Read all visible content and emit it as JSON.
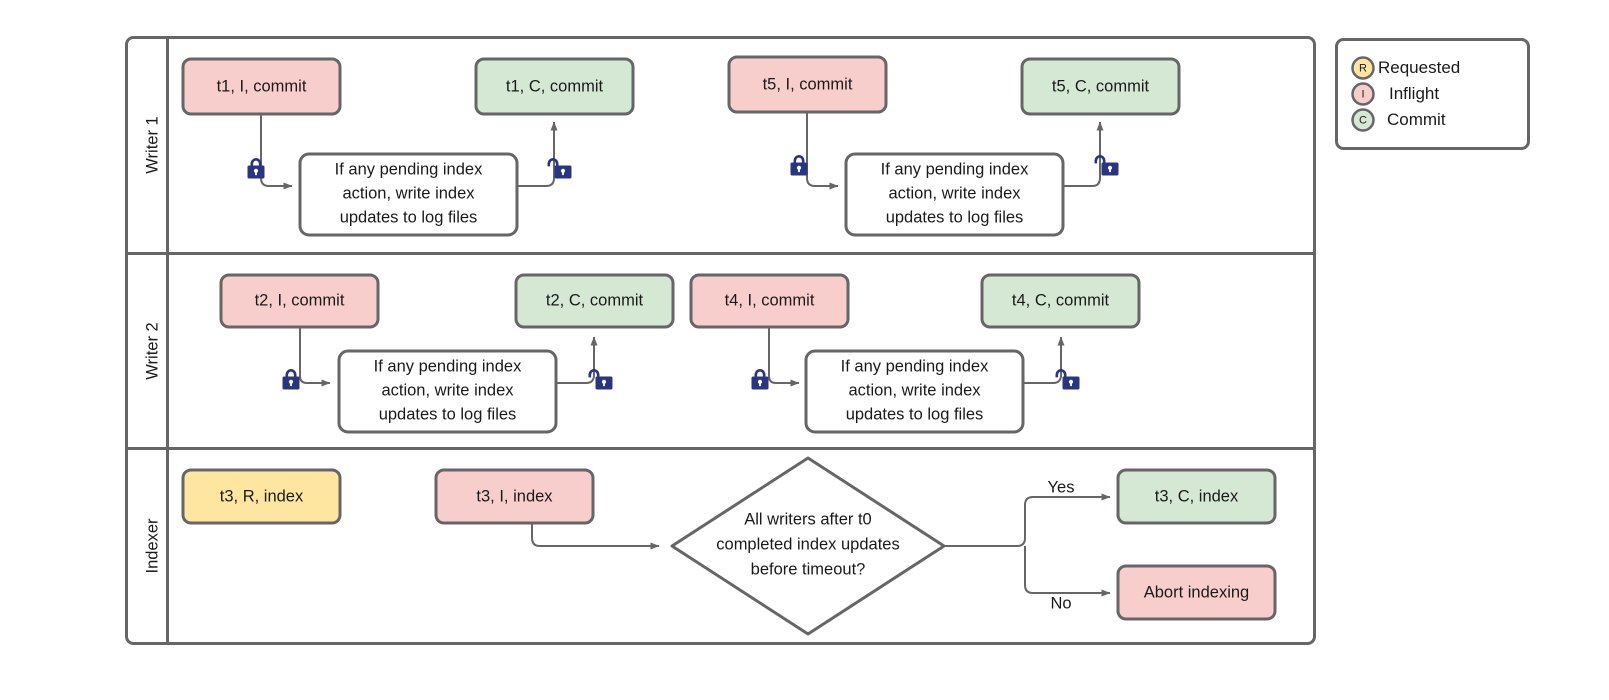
{
  "diagram": {
    "type": "swimlane-flowchart",
    "background": "#ffffff",
    "colors": {
      "inflight_fill": "#f8cecc",
      "commit_fill": "#d5e8d4",
      "requested_fill": "#ffe6a0",
      "plain_fill": "#ffffff",
      "stroke": "#666666",
      "text": "#1a1a1a",
      "lock": "#2a3580"
    },
    "lanes": [
      {
        "id": "writer-1",
        "label": "Writer 1"
      },
      {
        "id": "writer-2",
        "label": "Writer 2"
      },
      {
        "id": "indexer",
        "label": "Indexer"
      }
    ],
    "process_text": "If any pending index\naction, write index\nupdates to log files",
    "process_lines": [
      "If any pending index",
      "action, write index",
      "updates to log files"
    ],
    "nodes": {
      "w1_t1_inflight": "t1, I, commit",
      "w1_t1_commit": "t1, C, commit",
      "w1_t5_inflight": "t5, I, commit",
      "w1_t5_commit": "t5, C, commit",
      "w2_t2_inflight": "t2, I, commit",
      "w2_t2_commit": "t2, C, commit",
      "w2_t4_inflight": "t4, I, commit",
      "w2_t4_commit": "t4, C, commit",
      "idx_t3_requested": "t3, R, index",
      "idx_t3_inflight": "t3, I, index",
      "idx_t3_commit": "t3, C, index",
      "idx_abort": "Abort indexing"
    },
    "decision": {
      "lines": [
        "All writers after t0",
        "completed index updates",
        "before timeout?"
      ],
      "text": "All writers after t0 completed index updates before timeout?"
    },
    "edge_labels": {
      "yes": "Yes",
      "no": "No"
    },
    "locks": {
      "closed_name": "lock-closed-icon",
      "open_name": "lock-open-icon"
    },
    "legend": {
      "items": [
        {
          "glyph": "R",
          "label": "Requested",
          "color": "#ffe6a0"
        },
        {
          "glyph": "I",
          "label": "Inflight",
          "color": "#f8cecc"
        },
        {
          "glyph": "C",
          "label": "Commit",
          "color": "#d5e8d4"
        }
      ]
    }
  }
}
